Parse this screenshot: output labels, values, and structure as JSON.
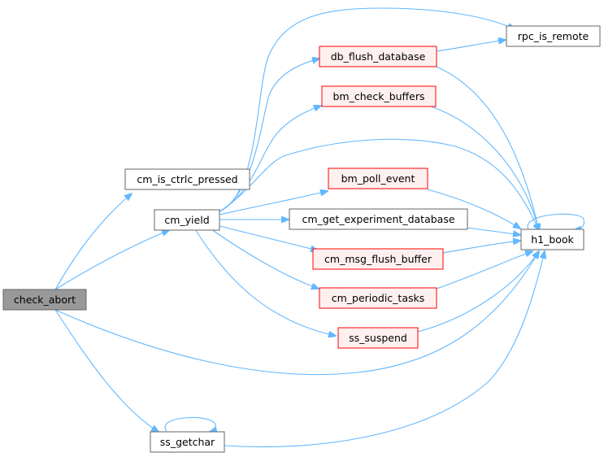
{
  "graph": {
    "nodes": {
      "check_abort": {
        "label": "check_abort",
        "style": "current"
      },
      "cm_is_ctrlc_pressed": {
        "label": "cm_is_ctrlc_pressed",
        "style": "normal"
      },
      "cm_yield": {
        "label": "cm_yield",
        "style": "normal"
      },
      "ss_getchar": {
        "label": "ss_getchar",
        "style": "normal"
      },
      "db_flush_database": {
        "label": "db_flush_database",
        "style": "truncated"
      },
      "bm_check_buffers": {
        "label": "bm_check_buffers",
        "style": "truncated"
      },
      "bm_poll_event": {
        "label": "bm_poll_event",
        "style": "truncated"
      },
      "cm_get_experiment_database": {
        "label": "cm_get_experiment_database",
        "style": "normal"
      },
      "cm_msg_flush_buffer": {
        "label": "cm_msg_flush_buffer",
        "style": "truncated"
      },
      "cm_periodic_tasks": {
        "label": "cm_periodic_tasks",
        "style": "truncated"
      },
      "ss_suspend": {
        "label": "ss_suspend",
        "style": "truncated"
      },
      "rpc_is_remote": {
        "label": "rpc_is_remote",
        "style": "normal"
      },
      "h1_book": {
        "label": "h1_book",
        "style": "normal"
      }
    },
    "edges": [
      [
        "check_abort",
        "cm_is_ctrlc_pressed"
      ],
      [
        "check_abort",
        "cm_yield"
      ],
      [
        "check_abort",
        "h1_book"
      ],
      [
        "check_abort",
        "ss_getchar"
      ],
      [
        "cm_yield",
        "db_flush_database"
      ],
      [
        "cm_yield",
        "rpc_is_remote"
      ],
      [
        "cm_yield",
        "bm_check_buffers"
      ],
      [
        "cm_yield",
        "h1_book"
      ],
      [
        "cm_yield",
        "bm_poll_event"
      ],
      [
        "cm_yield",
        "cm_get_experiment_database"
      ],
      [
        "cm_yield",
        "cm_msg_flush_buffer"
      ],
      [
        "cm_yield",
        "cm_periodic_tasks"
      ],
      [
        "cm_yield",
        "ss_suspend"
      ],
      [
        "db_flush_database",
        "rpc_is_remote"
      ],
      [
        "db_flush_database",
        "h1_book"
      ],
      [
        "bm_check_buffers",
        "h1_book"
      ],
      [
        "bm_poll_event",
        "h1_book"
      ],
      [
        "cm_get_experiment_database",
        "h1_book"
      ],
      [
        "cm_msg_flush_buffer",
        "h1_book"
      ],
      [
        "cm_periodic_tasks",
        "h1_book"
      ],
      [
        "ss_suspend",
        "h1_book"
      ],
      [
        "h1_book",
        "h1_book"
      ],
      [
        "ss_getchar",
        "ss_getchar"
      ],
      [
        "ss_getchar",
        "h1_book"
      ]
    ]
  },
  "colors": {
    "edge": "#63b8ff",
    "current_fill": "#999999",
    "current_stroke": "#666666",
    "normal_fill": "#ffffff",
    "normal_stroke": "#666666",
    "truncated_fill": "#fff0f0",
    "truncated_stroke": "#ff0000"
  }
}
